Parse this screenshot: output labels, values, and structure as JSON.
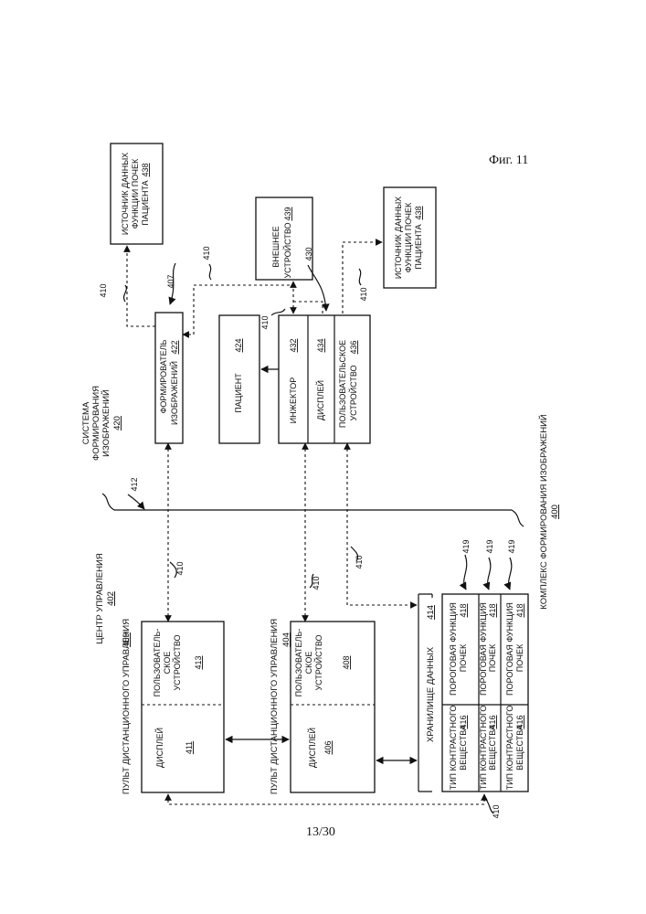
{
  "figure_label": "Фиг. 11",
  "page_number": "13/30",
  "complex": {
    "text": "КОМПЛЕКС ФОРМИРОВАНИЯ ИЗОБРАЖЕНИЙ",
    "ref": "400"
  },
  "control_center": {
    "text": "ЦЕНТР УПРАВЛЕНИЯ",
    "ref": "402"
  },
  "imaging_system": {
    "text1": "СИСТЕМА",
    "text2": "ФОРМИРОВАНИЯ",
    "text3": "ИЗОБРАЖЕНИЙ",
    "ref": "420"
  },
  "network_ref": "412",
  "link_ref": "410",
  "remote_409": {
    "title": "ПУЛЬТ ДИСТАНЦИОННОГО УПРАВЛЕНИЯ",
    "ref": "409",
    "display": "ДИСПЛЕЙ",
    "display_ref": "411",
    "user_l1": "ПОЛЬЗОВАТЕЛЬ-",
    "user_l2": "СКОЕ",
    "user_l3": "УСТРОЙСТВО",
    "user_ref": "413"
  },
  "remote_404": {
    "title": "ПУЛЬТ ДИСТАНЦИОННОГО УПРАВЛЕНИЯ",
    "ref": "404",
    "display": "ДИСПЛЕЙ",
    "display_ref": "406",
    "user_l1": "ПОЛЬЗОВАТЕЛЬ-",
    "user_l2": "СКОЕ",
    "user_l3": "УСТРОЙСТВО",
    "user_ref": "408"
  },
  "data_store": {
    "title": "ХРАНИЛИЩЕ ДАННЫХ",
    "ref": "414",
    "contrast_l1": "ТИП КОНТРАСТНОГО",
    "contrast_l2": "ВЕЩЕСТВА",
    "contrast_ref": "416",
    "kidney_l1": "ПОРОГОВАЯ ФУНКЦИЯ",
    "kidney_l2": "ПОЧЕК",
    "kidney_ref": "418",
    "arrow_ref": "419"
  },
  "imager": {
    "l1": "ФОРМИРОВАТЕЛЬ",
    "l2": "ИЗОБРАЖЕНИЙ",
    "ref": "422",
    "callout": "407"
  },
  "patient": {
    "text": "ПАЦИЕНТ",
    "ref": "424"
  },
  "injector_group": {
    "callout": "430",
    "injector": "ИНЖЕКТОР",
    "injector_ref": "432",
    "display": "ДИСПЛЕЙ",
    "display_ref": "434",
    "user_l1": "ПОЛЬЗОВАТЕЛЬСКОЕ",
    "user_l2": "УСТРОЙСТВО",
    "user_ref": "436"
  },
  "external_device": {
    "l1": "ВНЕШНЕЕ",
    "l2": "УСТРОЙСТВО",
    "ref": "439"
  },
  "source_top": {
    "l1": "ИСТОЧНИК ДАННЫХ",
    "l2": "ФУНКЦИИ ПОЧЕК",
    "l3": "ПАЦИЕНТА",
    "ref": "438"
  },
  "source_right": {
    "l1": "ИСТОЧНИК ДАННЫХ",
    "l2": "ФУНКЦИИ ПОЧЕК",
    "l3": "ПАЦИЕНТА",
    "ref": "438"
  }
}
